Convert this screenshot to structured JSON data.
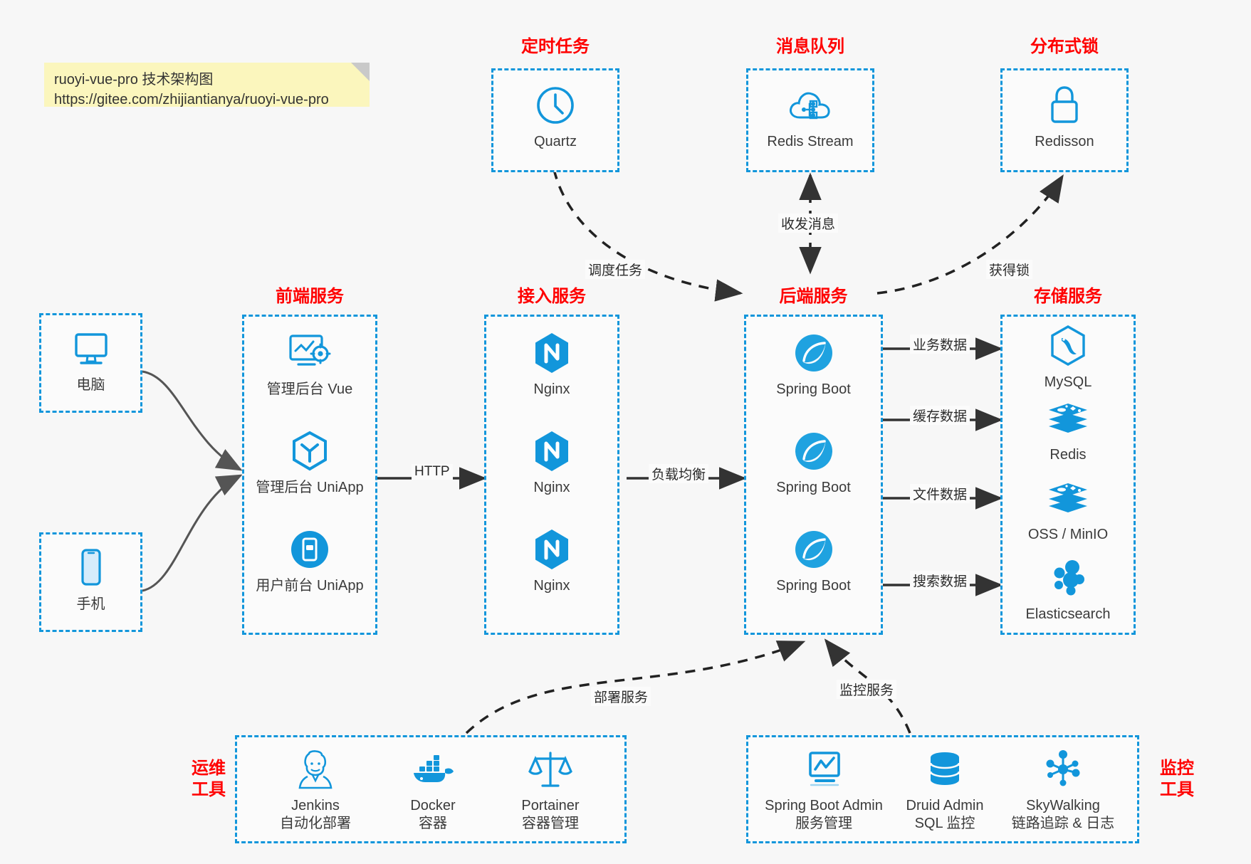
{
  "note": {
    "line1": "ruoyi-vue-pro 技术架构图",
    "line2": "https://gitee.com/zhijiantianya/ruoyi-vue-pro"
  },
  "colors": {
    "accent": "#1296db",
    "group_title": "#ff0000",
    "text": "#3b3b3b",
    "arrow": "#333333",
    "note_bg": "#fbf6bd",
    "background": "#f7f7f7"
  },
  "groups": {
    "scheduled_task": {
      "title": "定时任务"
    },
    "message_queue": {
      "title": "消息队列"
    },
    "distributed_lock": {
      "title": "分布式锁"
    },
    "frontend": {
      "title": "前端服务"
    },
    "gateway": {
      "title": "接入服务"
    },
    "backend": {
      "title": "后端服务"
    },
    "storage": {
      "title": "存储服务"
    },
    "devops": {
      "title_line1": "运维",
      "title_line2": "工具"
    },
    "monitor": {
      "title_line1": "监控",
      "title_line2": "工具"
    }
  },
  "nodes": {
    "quartz": {
      "label": "Quartz",
      "icon": "clock-icon"
    },
    "redis_stream": {
      "label": "Redis Stream",
      "icon": "cloud-network-icon"
    },
    "redisson": {
      "label": "Redisson",
      "icon": "lock-icon"
    },
    "computer": {
      "label": "电脑",
      "icon": "desktop-icon"
    },
    "phone": {
      "label": "手机",
      "icon": "mobile-icon"
    },
    "admin_vue": {
      "label": "管理后台 Vue",
      "icon": "dashboard-gear-icon"
    },
    "admin_uniapp": {
      "label": "管理后台 UniApp",
      "icon": "uniapp-cube-icon"
    },
    "user_uniapp": {
      "label": "用户前台 UniApp",
      "icon": "app-circle-icon"
    },
    "nginx1": {
      "label": "Nginx",
      "icon": "nginx-icon"
    },
    "nginx2": {
      "label": "Nginx",
      "icon": "nginx-icon"
    },
    "nginx3": {
      "label": "Nginx",
      "icon": "nginx-icon"
    },
    "springboot1": {
      "label": "Spring Boot",
      "icon": "spring-boot-icon"
    },
    "springboot2": {
      "label": "Spring Boot",
      "icon": "spring-boot-icon"
    },
    "springboot3": {
      "label": "Spring Boot",
      "icon": "spring-boot-icon"
    },
    "mysql": {
      "label": "MySQL",
      "icon": "mysql-icon"
    },
    "redis": {
      "label": "Redis",
      "icon": "redis-icon"
    },
    "oss_minio": {
      "label": "OSS / MinIO",
      "icon": "oss-icon"
    },
    "elasticsearch": {
      "label": "Elasticsearch",
      "icon": "elasticsearch-icon"
    },
    "jenkins": {
      "label": "Jenkins",
      "sublabel": "自动化部署",
      "icon": "jenkins-icon"
    },
    "docker": {
      "label": "Docker",
      "sublabel": "容器",
      "icon": "docker-icon"
    },
    "portainer": {
      "label": "Portainer",
      "sublabel": "容器管理",
      "icon": "portainer-scales-icon"
    },
    "spring_boot_admin": {
      "label": "Spring Boot Admin",
      "sublabel": "服务管理",
      "icon": "monitor-chart-icon"
    },
    "druid_admin": {
      "label": "Druid Admin",
      "sublabel": "SQL 监控",
      "icon": "database-icon"
    },
    "skywalking": {
      "label": "SkyWalking",
      "sublabel": "链路追踪 & 日志",
      "icon": "skywalking-nodes-icon"
    }
  },
  "edges": {
    "schedule_task": "调度任务",
    "send_receive_message": "收发消息",
    "acquire_lock": "获得锁",
    "http": "HTTP",
    "load_balance": "负载均衡",
    "business_data": "业务数据",
    "cache_data": "缓存数据",
    "file_data": "文件数据",
    "search_data": "搜索数据",
    "deploy_service": "部署服务",
    "monitor_service": "监控服务"
  }
}
